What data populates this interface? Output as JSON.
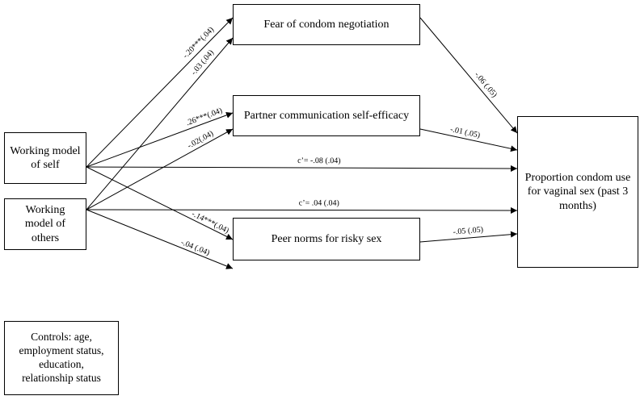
{
  "nodes": {
    "fear": "Fear of condom negotiation",
    "partner": "Partner communication self-efficacy",
    "peer": "Peer norms for risky sex",
    "self_line1": "Working model",
    "self_line2": "of self",
    "others_line1": "Working",
    "others_line2": "model of",
    "others_line3": "others",
    "outcome_line1": "Proportion condom use",
    "outcome_line2": "for vaginal sex (past 3",
    "outcome_line3": "months)",
    "controls_line1": "Controls: age,",
    "controls_line2": "employment status,",
    "controls_line3": "education,",
    "controls_line4": "relationship status"
  },
  "edges": [
    {
      "id": "self-fear",
      "label": "-.20***(.04)"
    },
    {
      "id": "others-fear",
      "label": "-.03 (.04)"
    },
    {
      "id": "self-partner",
      "label": ".26***(.04)"
    },
    {
      "id": "others-partner",
      "label": "-.02(.04)"
    },
    {
      "id": "self-outcome",
      "label": "c’= -.08 (.04)"
    },
    {
      "id": "others-outcome",
      "label": "c’= .04 (.04)"
    },
    {
      "id": "self-peer",
      "label": "-.14***(.04)"
    },
    {
      "id": "others-peer",
      "label": "-.04 (.04)"
    },
    {
      "id": "fear-outcome",
      "label": "-.06 (.05)"
    },
    {
      "id": "partner-outcome",
      "label": "-.01 (.05)"
    },
    {
      "id": "peer-outcome",
      "label": "-.05 (.05)"
    }
  ]
}
